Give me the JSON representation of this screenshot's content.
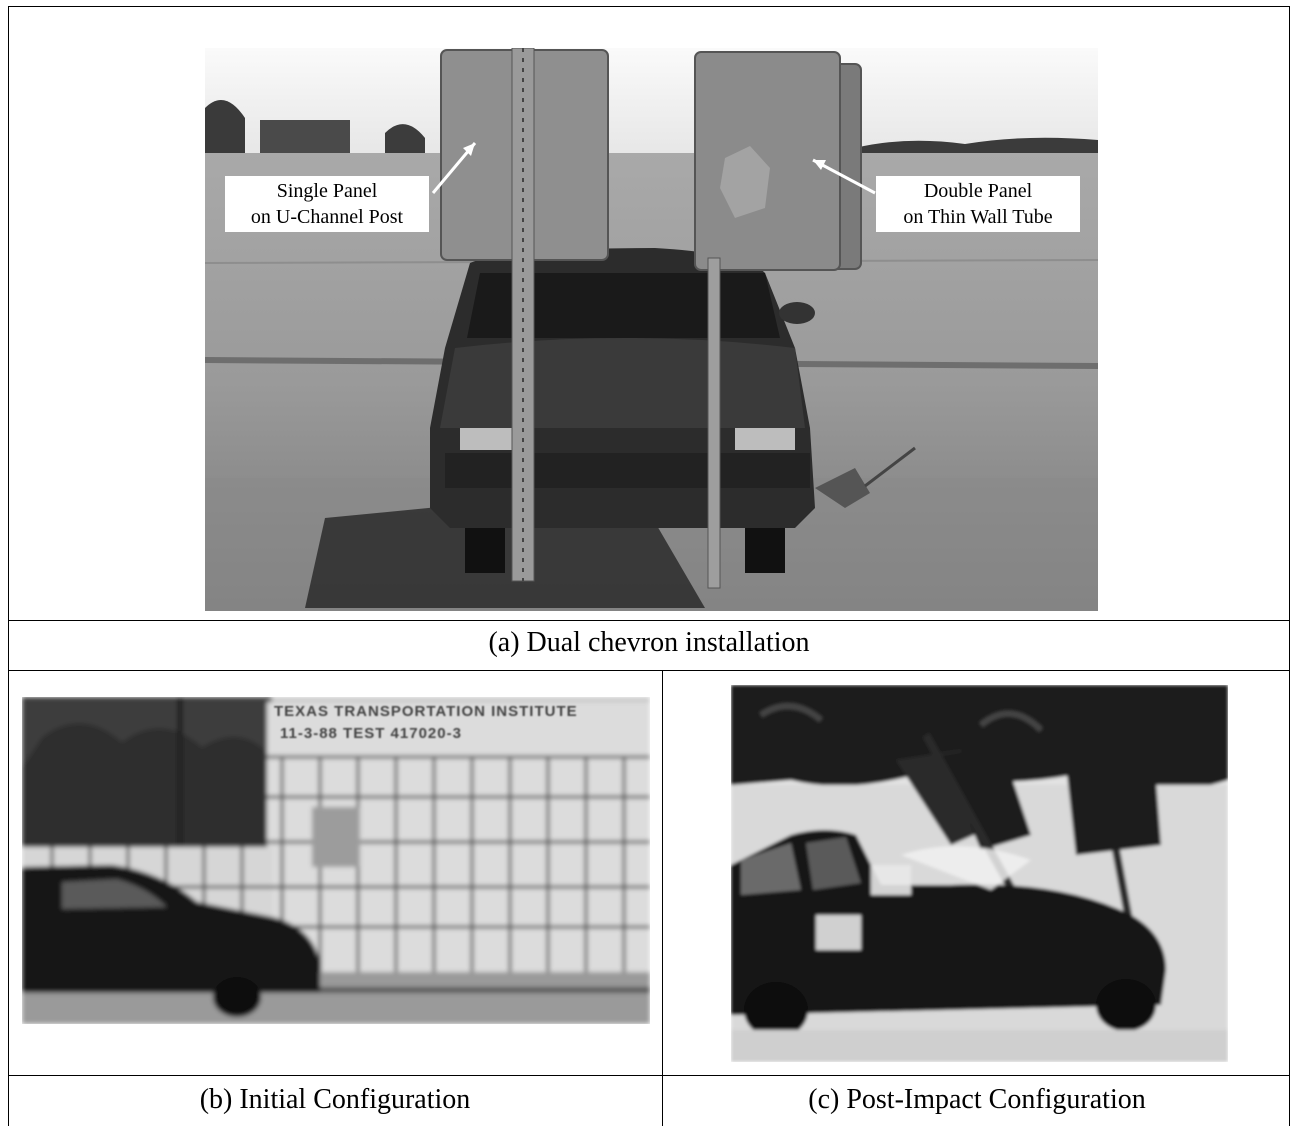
{
  "figure": {
    "panel_a": {
      "caption": "(a)  Dual chevron installation",
      "label_left_line1": "Single Panel",
      "label_left_line2": "on U-Channel Post",
      "label_right_line1": "Double Panel",
      "label_right_line2": "on Thin Wall Tube"
    },
    "panel_b": {
      "caption": "(b)  Initial Configuration",
      "sign_line1": "TEXAS  TRANSPORTATION  INSTITUTE",
      "sign_line2": "11-3-88  TEST     417020-3"
    },
    "panel_c": {
      "caption": "(c)  Post-Impact Configuration"
    }
  }
}
